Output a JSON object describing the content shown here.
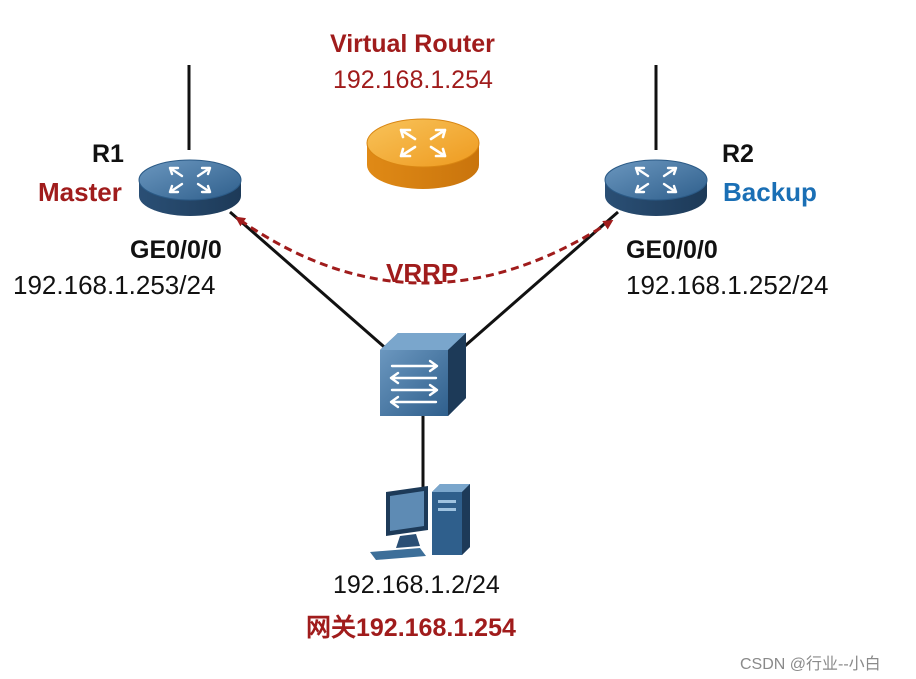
{
  "virtual_router": {
    "title": "Virtual Router",
    "ip": "192.168.1.254"
  },
  "r1": {
    "name": "R1",
    "role": "Master",
    "interface": "GE0/0/0",
    "ip": "192.168.1.253/24"
  },
  "r2": {
    "name": "R2",
    "role": "Backup",
    "interface": "GE0/0/0",
    "ip": "192.168.1.252/24"
  },
  "protocol_label": "VRRP",
  "pc": {
    "ip": "192.168.1.2/24",
    "gateway": "网关192.168.1.254"
  },
  "watermark": "CSDN @行业--小白",
  "colors": {
    "accent_red": "#a01c1c",
    "backup_blue": "#1a6fb5",
    "router_blue": "#3d6f99",
    "virtual_orange": "#f0a02c"
  },
  "icons": [
    "router-icon",
    "virtual-router-icon",
    "switch-icon",
    "pc-icon"
  ]
}
